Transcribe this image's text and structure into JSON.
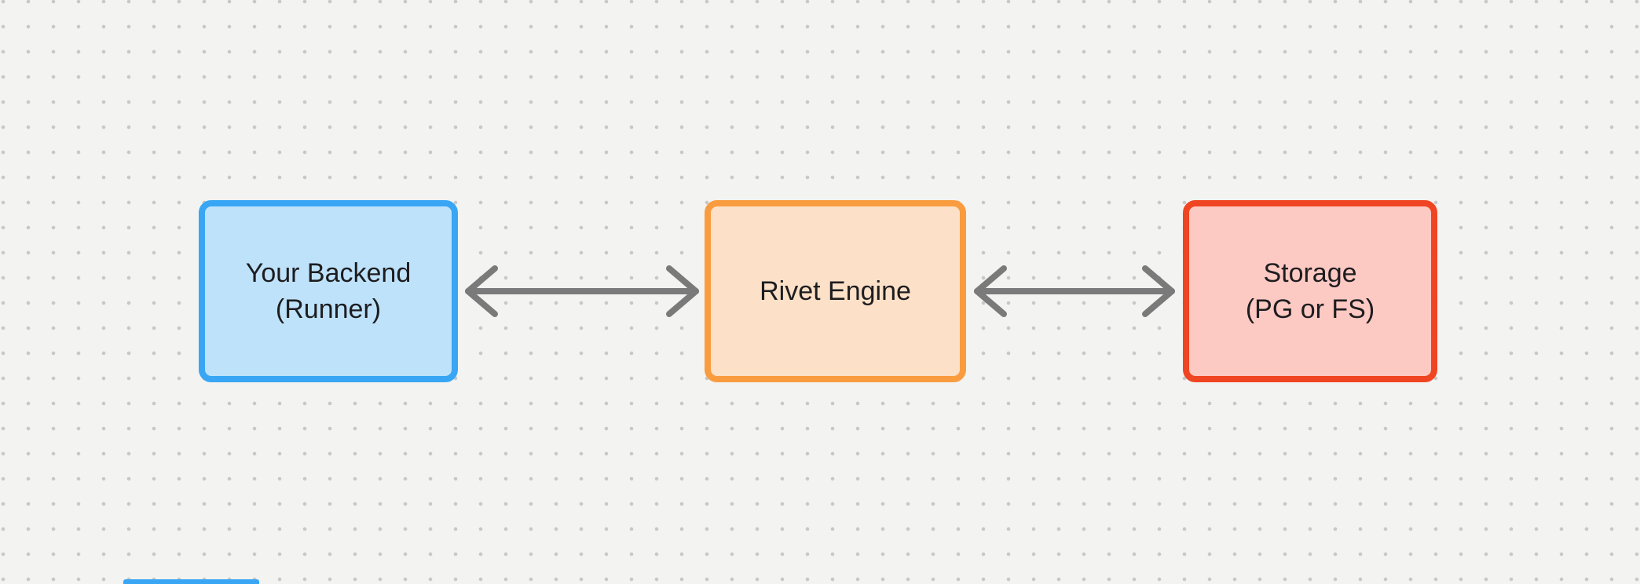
{
  "canvas": {
    "background_color": "#F3F3F1",
    "dot_color": "#C8C8C8",
    "arrow_color": "#7A7A7A",
    "text_color": "#1D1D1F"
  },
  "diagram": {
    "nodes": [
      {
        "id": "your-backend",
        "label_line1": "Your Backend",
        "label_line2": "(Runner)",
        "border_color": "#38A6F4",
        "fill_color": "#BFE2FB"
      },
      {
        "id": "rivet-engine",
        "label_line1": "Rivet Engine",
        "label_line2": "",
        "border_color": "#F99C40",
        "fill_color": "#FCE0C7"
      },
      {
        "id": "storage",
        "label_line1": "Storage",
        "label_line2": "(PG or FS)",
        "border_color": "#EF4522",
        "fill_color": "#FDC9C3"
      }
    ],
    "edges": [
      {
        "from": "your-backend",
        "to": "rivet-engine",
        "type": "bidirectional-arrow"
      },
      {
        "from": "rivet-engine",
        "to": "storage",
        "type": "bidirectional-arrow"
      }
    ],
    "partial_node": {
      "id": "offscreen-node-edge",
      "color": "#38A6F4"
    }
  }
}
